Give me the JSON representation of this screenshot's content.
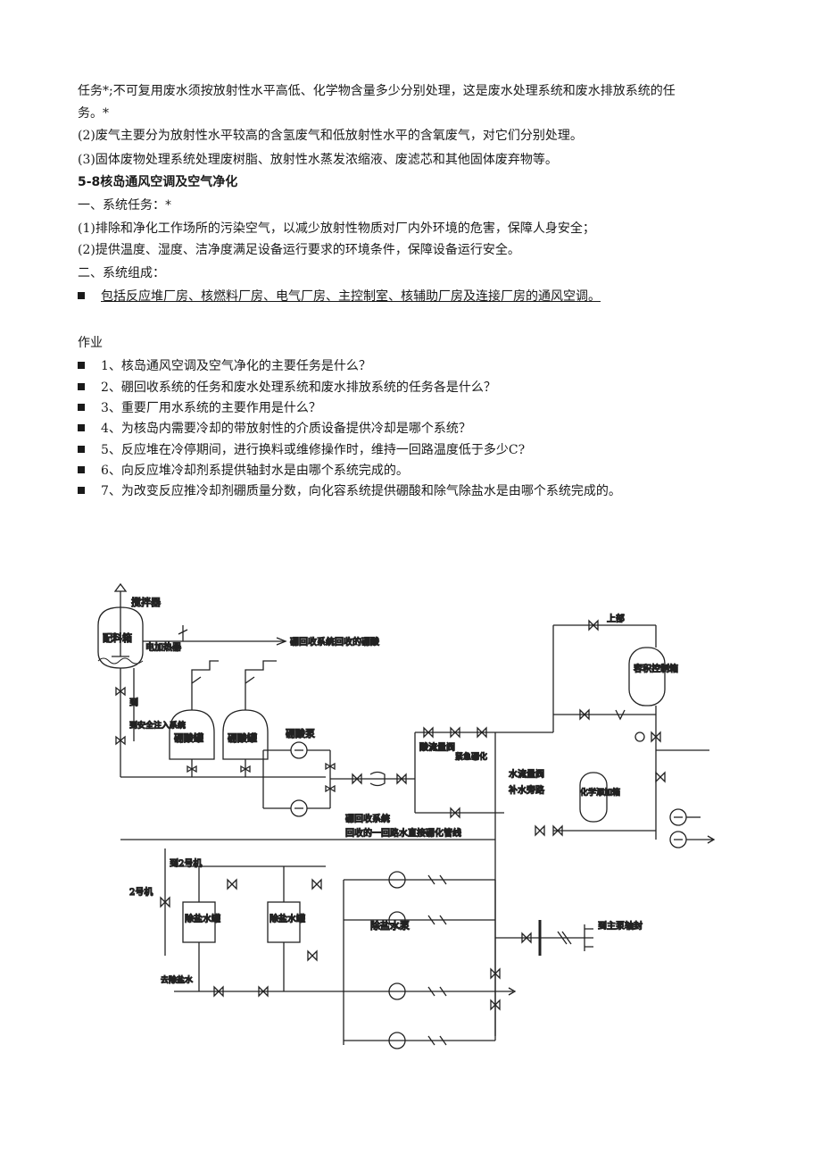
{
  "paragraphs": {
    "p1": "任务*;不可复用废水须按放射性水平高低、化学物含量多少分别处理，这是废水处理系统和废水排放系统的任",
    "p1b": "务。*",
    "p2": "(2)废气主要分为放射性水平较高的含氢废气和低放射性水平的含氧废气，对它们分别处理。",
    "p3": "(3)固体废物处理系统处理废树脂、放射性水蒸发浓缩液、废滤芯和其他固体废弃物等。"
  },
  "section": {
    "title": "5-8核岛通风空调及空气净化",
    "task_heading": "一、系统任务：*",
    "task1": "(1)排除和净化工作场所的污染空气，以减少放射性物质对厂内外环境的危害，保障人身安全；",
    "task2": "(2)提供温度、湿度、洁净度满足设备运行要求的环境条件，保障设备运行安全。",
    "comp_heading": "二、系统组成：",
    "comp_item": "包括反应堆厂房、核燃料厂房、电气厂房、主控制室、核辅助厂房及连接厂房的通风空调。"
  },
  "homework": {
    "title": "作业",
    "items": [
      "1、核岛通风空调及空气净化的主要任务是什么？",
      "2、硼回收系统的任务和废水处理系统和废水排放系统的任务各是什么？",
      "3、重要厂用水系统的主要作用是什么？",
      "4、为核岛内需要冷却的带放射性的介质设备提供冷却是哪个系统？",
      "5、反应堆在冷停期间，进行换料或维修操作时，维持一回路温度低于多少C?",
      "6、向反应堆冷却剂系提供轴封水是由哪个系统完成的。",
      "7、为改变反应推冷却剂硼质量分数，向化容系统提供硼酸和除气除盐水是由哪个系统完成的。"
    ]
  },
  "diagram": {
    "labels": {
      "stirrer": "搅拌器",
      "mix_tank": "配料箱",
      "heater": "电加热器",
      "boron_return": "硼回收系统回收的硼酸",
      "to_unit_right": "到",
      "unit_num": "2",
      "safety_inj": "到安全注入系统",
      "boric_tank1": "硼酸罐",
      "boric_tank2": "硼酸罐",
      "boric_pump": "硼酸泵",
      "acid_flow": "酸流量阀",
      "emergency": "紧急硼化",
      "water_flow": "水流量阀",
      "makeup": "补水旁路",
      "chem_tank": "化学添加箱",
      "vct": "容积控制箱",
      "upper": "上部",
      "boron_recovery": "硼回收系统",
      "primary_water": "回收的一回路水",
      "direct_boration": "直接硼化管线",
      "to_unit2": "到2号机",
      "unit2": "2号机",
      "demin_tank1": "除盐水罐",
      "demin_tank2": "除盐水罐",
      "demin_pump": "除盐水泵",
      "main_pump_seal": "到主泵轴封",
      "from_demin": "去除盐水"
    }
  }
}
